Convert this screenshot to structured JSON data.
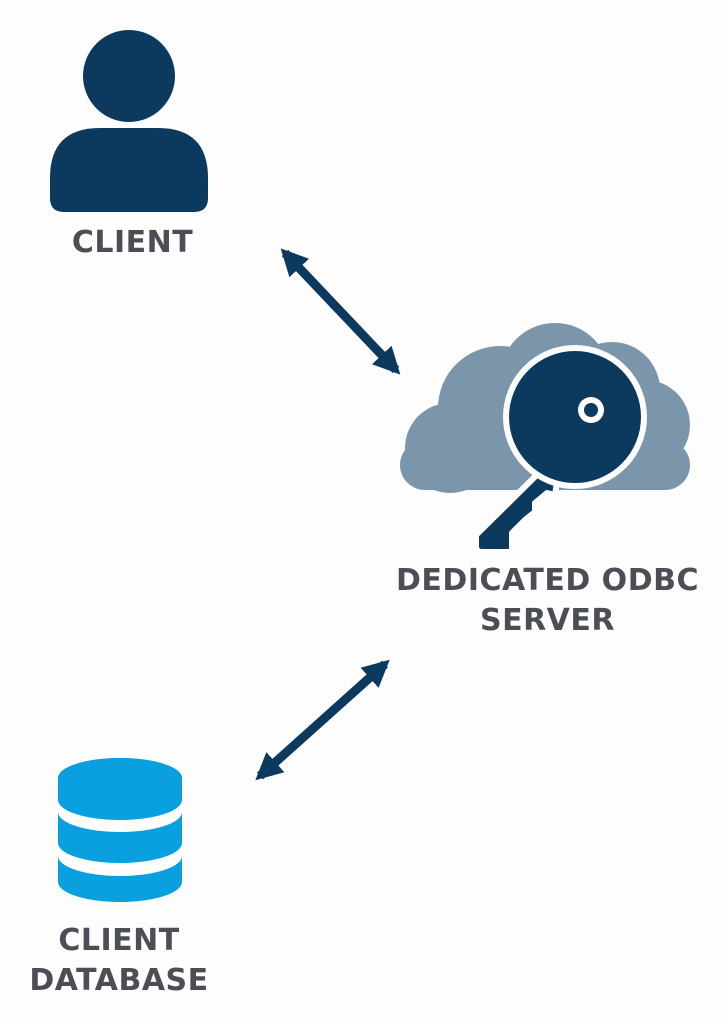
{
  "colors": {
    "primary": "#0c3a5e",
    "cloud": "#7b96ab",
    "database": "#0aa0df",
    "text": "#4b4f55",
    "background": "#fdfdfd"
  },
  "nodes": {
    "client": {
      "icon": "user-icon",
      "label": "CLIENT"
    },
    "server": {
      "icon": "cloud-key-icon",
      "label_line1": "DEDICATED ODBC",
      "label_line2": "SERVER"
    },
    "database": {
      "icon": "database-icon",
      "label_line1": "CLIENT",
      "label_line2": "DATABASE"
    }
  },
  "connections": [
    {
      "from": "client",
      "to": "server",
      "direction": "bidirectional"
    },
    {
      "from": "server",
      "to": "database",
      "direction": "bidirectional"
    }
  ]
}
